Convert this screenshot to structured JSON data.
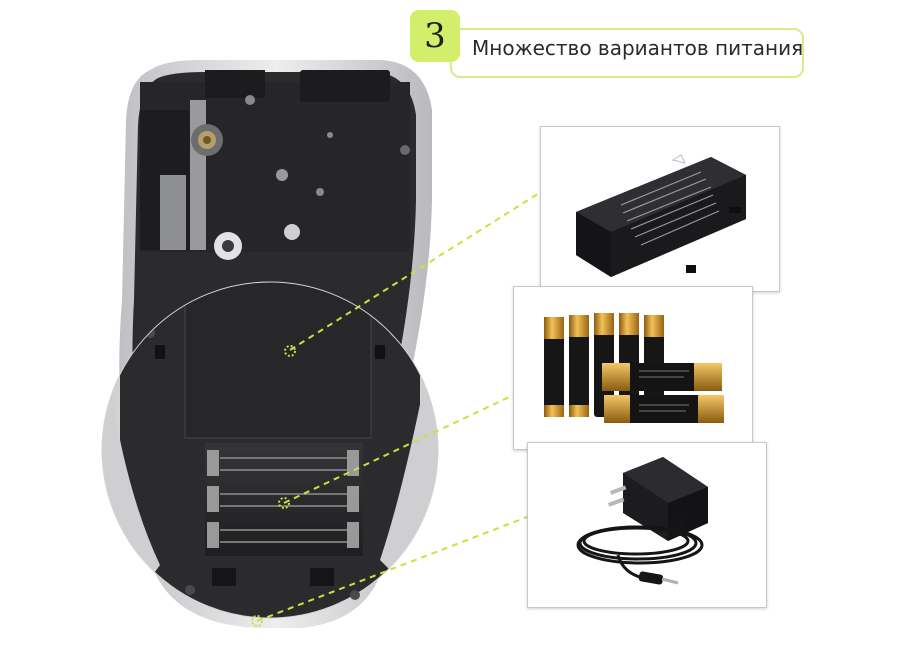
{
  "header": {
    "number": "3",
    "text": "Множество вариантов питания",
    "accent_color": "#d2ee6a"
  },
  "colors": {
    "device_body": "#2b2b2d",
    "device_shell": "#d9d9dc",
    "callout_line": "#c8e23c"
  },
  "images": [
    {
      "name": "li-ion-battery-pack",
      "icon": "battery-pack-icon"
    },
    {
      "name": "aa-batteries",
      "icon": "aa-battery-icon"
    },
    {
      "name": "ac-power-adapter",
      "icon": "power-adapter-icon"
    }
  ]
}
